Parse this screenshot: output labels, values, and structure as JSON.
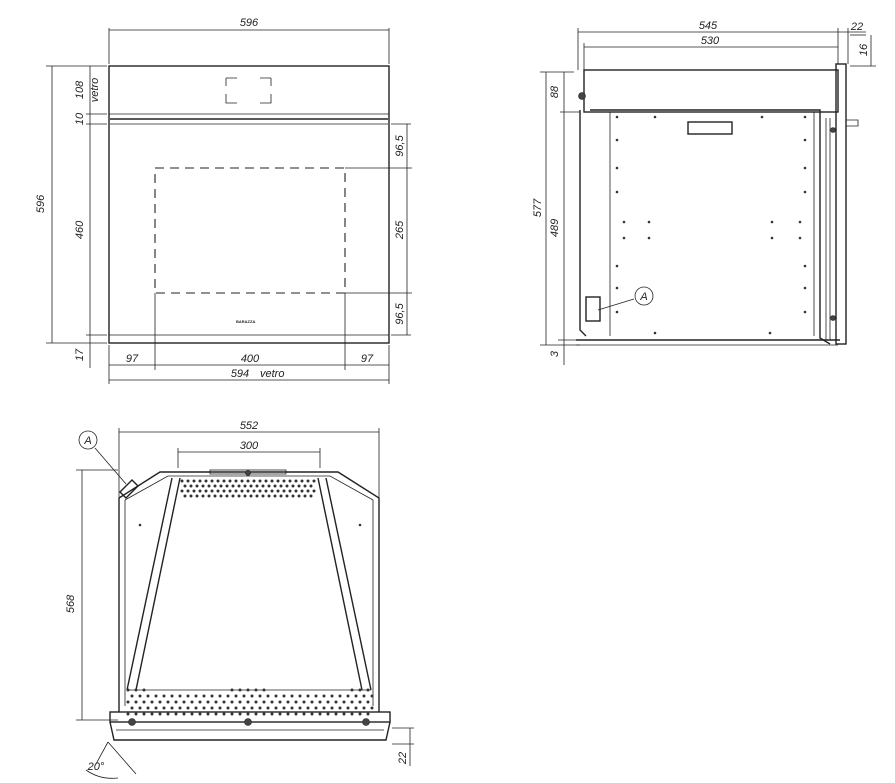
{
  "front": {
    "width_top": "596",
    "height_total": "596",
    "panel_h": "108",
    "panel_note": "vetro",
    "gap": "10",
    "door_h": "460",
    "bottom_h": "17",
    "win_top": "96,5",
    "win_h": "265",
    "win_bottom": "96,5",
    "margin_l": "97",
    "win_w": "400",
    "margin_r": "97",
    "glass_w": "594",
    "glass_note": "vetro",
    "brand": "BARAZZA"
  },
  "side": {
    "depth_545": "545",
    "depth_530": "530",
    "front_22": "22",
    "front_16": "16",
    "top_88": "88",
    "h_577": "577",
    "h_489": "489",
    "bot_3": "3",
    "callout": "A"
  },
  "top": {
    "width_552": "552",
    "vent_300": "300",
    "depth_568": "568",
    "front_22": "22",
    "angle": "20°",
    "callout": "A"
  }
}
